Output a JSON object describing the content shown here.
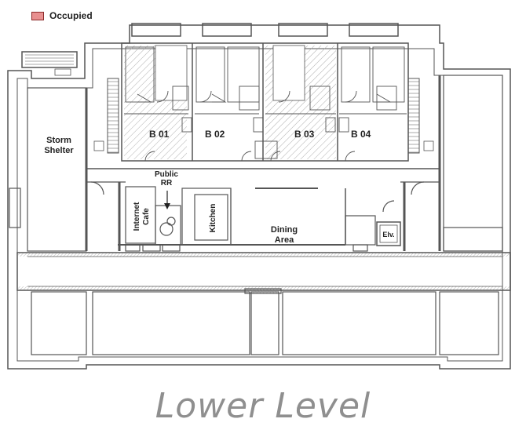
{
  "legend": {
    "label": "Occupied",
    "swatch_color": "#e89090"
  },
  "rooms": {
    "b01": "B 01",
    "b02": "B 02",
    "b03": "B 03",
    "b04": "B 04",
    "storm_shelter_line1": "Storm",
    "storm_shelter_line2": "Shelter",
    "public_rr_line1": "Public",
    "public_rr_line2": "RR",
    "internet_cafe_line1": "Internet",
    "internet_cafe_line2": "Cafe",
    "kitchen": "Kitchen",
    "dining_line1": "Dining",
    "dining_line2": "Area",
    "elevator": "Elv."
  },
  "occupied_units": [
    "B 01",
    "B 03"
  ],
  "title": "Lower Level",
  "colors": {
    "wall": "#555555",
    "hatch": "#9a9a9a",
    "fill": "#ffffff"
  }
}
